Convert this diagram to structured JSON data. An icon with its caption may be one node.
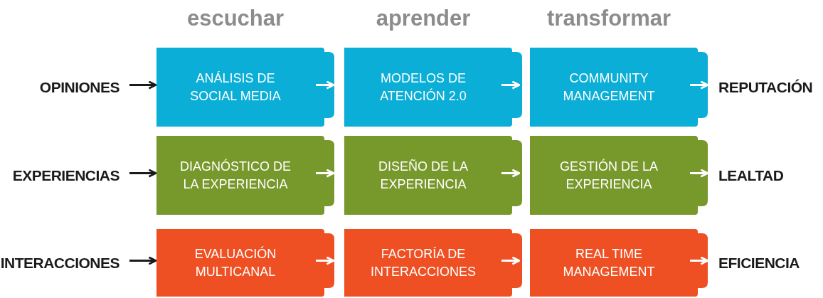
{
  "diagram": {
    "nodes": [
      {
        "text": [
          "OPINIONES"
        ]
      },
      {
        "text": [
          "ANÁLISIS DE SOCIAL MEDIA"
        ]
      },
      {
        "text": [
          "MODELOS DE ATENCIÓN 2.0"
        ]
      },
      {
        "text": [
          "COMMUNITY MANAGEMENT"
        ]
      },
      {
        "text": [
          "REPUTACIÓN"
        ]
      },
      {
        "text": [
          "EXPERIENCIAS"
        ]
      },
      {
        "text": [
          "DIAGNÓSTICO DE LA EXPERIENCIA"
        ]
      },
      {
        "text": [
          "DISEÑO DE LA EXPERIENCIA"
        ]
      },
      {
        "text": [
          "GESTIÓN DE LA EXPERIENCIA"
        ]
      },
      {
        "text": [
          "LEALTAD"
        ]
      },
      {
        "text": [
          "INTERACCIONES"
        ]
      },
      {
        "text": [
          "EVALUACIÓN MULTICANAL"
        ]
      },
      {
        "text": [
          "FACTORÍA DE INTERACCIONES"
        ]
      },
      {
        "text": [
          "REAL TIME MANAGEMENT"
        ]
      },
      {
        "text": [
          "EFICIENCIA"
        ]
      }
    ],
    "edges": [
      {
        "from": 0,
        "to": 1,
        "arrow": "to",
        "color": "#1a1a1a"
      },
      {
        "from": 1,
        "to": 2,
        "arrow": "to"
      },
      {
        "from": 2,
        "to": 3,
        "arrow": "to"
      },
      {
        "from": 3,
        "to": 4,
        "arrow": "to"
      },
      {
        "from": 5,
        "to": 6,
        "arrow": "to",
        "color": "#1a1a1a"
      },
      {
        "from": 6,
        "to": 7,
        "arrow": "to"
      },
      {
        "from": 7,
        "to": 8,
        "arrow": "to"
      },
      {
        "from": 8,
        "to": 9,
        "arrow": "to"
      },
      {
        "from": 10,
        "to": 11,
        "arrow": "to",
        "color": "#1a1a1a"
      },
      {
        "from": 11,
        "to": 12,
        "arrow": "to"
      },
      {
        "from": 12,
        "to": 13,
        "arrow": "to"
      },
      {
        "from": 13,
        "to": 14,
        "arrow": "to"
      }
    ],
    "labels": [
      "escuchar",
      "aprender",
      "transformar"
    ]
  }
}
